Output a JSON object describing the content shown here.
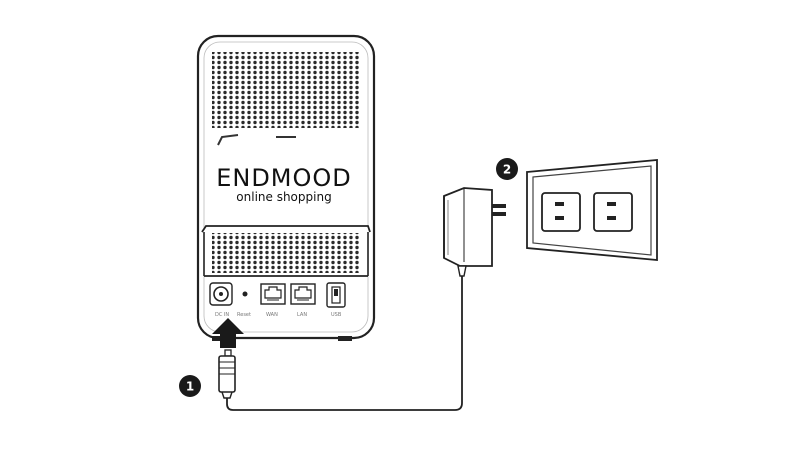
{
  "device": {
    "brand": "ENDMOOD",
    "tagline": "online shopping",
    "ports": {
      "dc_in": "DC IN",
      "reset": "Reset",
      "wan": "WAN",
      "lan": "LAN",
      "usb": "USB"
    }
  },
  "steps": [
    {
      "number": "1",
      "meaning": "plug-into-dc-in"
    },
    {
      "number": "2",
      "meaning": "plug-adapter-into-wall-outlet"
    }
  ],
  "icons": [
    "router-icon",
    "power-adapter-icon",
    "wall-outlet-icon",
    "insert-arrow-icon",
    "dc-plug-icon"
  ]
}
